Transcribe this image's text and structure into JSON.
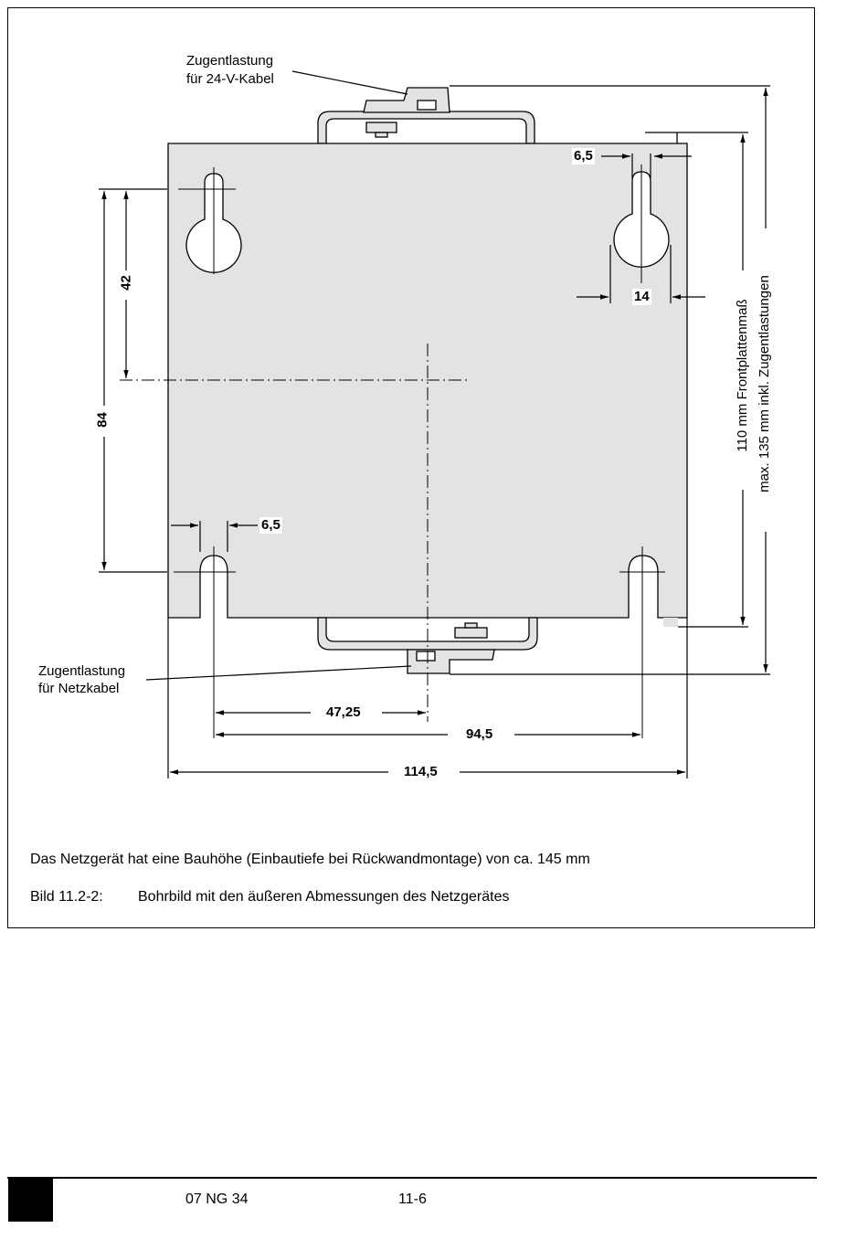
{
  "labels": {
    "strain_relief_top_line1": "Zugentlastung",
    "strain_relief_top_line2": "für 24-V-Kabel",
    "strain_relief_bottom_line1": "Zugentlastung",
    "strain_relief_bottom_line2": "für Netzkabel",
    "front_panel_text": "110 mm Frontplattenmaß",
    "max_text": "max. 135 mm inkl. Zugentlastungen"
  },
  "dimensions": {
    "d_6_5_top": "6,5",
    "d_14": "14",
    "d_42": "42",
    "d_84": "84",
    "d_6_5_bottom": "6,5",
    "d_47_25": "47,25",
    "d_94_5": "94,5",
    "d_114_5": "114,5"
  },
  "caption": {
    "note": "Das Netzgerät hat eine Bauhöhe (Einbautiefe bei Rückwandmontage) von ca. 145 mm",
    "figure_number": "Bild 11.2-2:",
    "figure_title": "Bohrbild mit den äußeren Abmessungen des Netzgerätes"
  },
  "footer": {
    "doc_id": "07 NG 34",
    "page": "11-6"
  },
  "colors": {
    "plate_fill": "#e3e3e3",
    "stroke": "#000000"
  }
}
